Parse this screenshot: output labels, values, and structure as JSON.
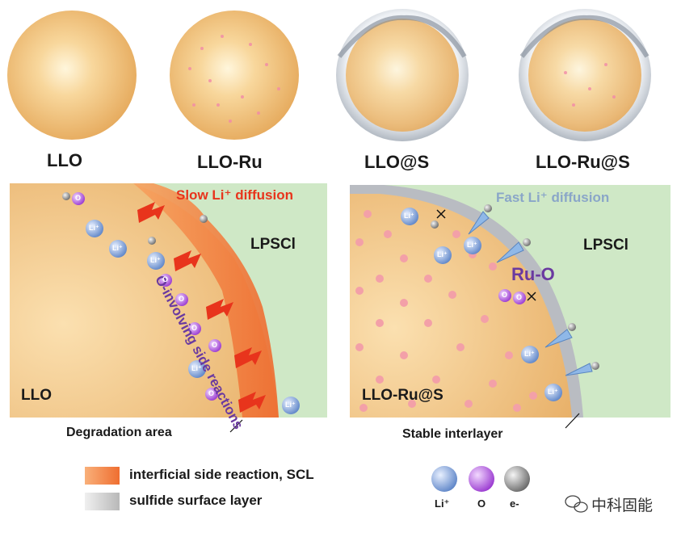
{
  "spheres": [
    {
      "label": "LLO"
    },
    {
      "label": "LLO-Ru"
    },
    {
      "label": "LLO@S"
    },
    {
      "label": "LLO-Ru@S"
    }
  ],
  "left_panel": {
    "title": "Slow Li⁺ diffusion",
    "side_reaction": "O-involving side reactions",
    "electrolyte": "LPSCl",
    "material": "LLO",
    "caption": "Degradation area"
  },
  "right_panel": {
    "title": "Fast Li⁺ diffusion",
    "bond": "Ru-O",
    "electrolyte": "LPSCl",
    "material": "LLO-Ru@S",
    "caption": "Stable interlayer"
  },
  "ions": {
    "li": "Li⁺",
    "li_short": "Li",
    "o": "O",
    "e": "e-"
  },
  "legend": {
    "scl": "interficial side reaction, SCL",
    "sulfide": "sulfide surface layer",
    "li": "Li⁺",
    "o": "O",
    "e": "e-"
  },
  "watermark": "中科固能",
  "colors": {
    "llo_core": "#f2c27a",
    "panel_bg": "#cfe8c6",
    "scl": "#f27a3a",
    "red_text": "#e8341c",
    "blue_text": "#8aa6c8",
    "purple_text": "#6a3aa0"
  }
}
